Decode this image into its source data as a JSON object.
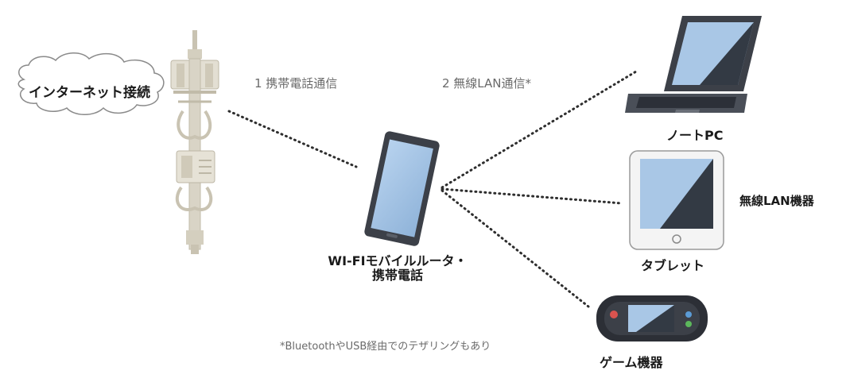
{
  "labels": {
    "internet": "インターネット接続",
    "step1": "1 携帯電話通信",
    "step2": "2 無線LAN通信*",
    "router_line1": "WI-FIモバイルルータ・",
    "router_line2": "携帯電話",
    "note_pc": "ノートPC",
    "tablet": "タブレット",
    "game": "ゲーム機器",
    "wireless_group": "無線LAN機器",
    "footnote": "*BluetoothやUSB経由でのテザリングもあり"
  },
  "colors": {
    "dots": "#2e2e2e",
    "device_body": "#3c4048",
    "screen_light": "#a9c7e6",
    "screen_dark": "#333a44",
    "tower": "#d4cfbf",
    "cloud_stroke": "#8a8a8a"
  }
}
